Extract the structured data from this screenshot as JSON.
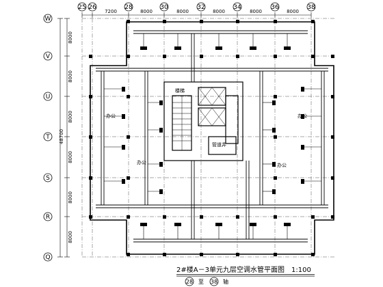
{
  "drawing": {
    "title": "2#楼A－3单元九层空调水管平面图",
    "scale": "1:100",
    "axis_range": {
      "from": "28",
      "to_word": "至",
      "to": "38",
      "suffix": "轴"
    },
    "top_axes": [
      "25",
      "26",
      "28",
      "30",
      "32",
      "34",
      "36",
      "38"
    ],
    "left_axes": [
      "W",
      "V",
      "U",
      "T",
      "S",
      "R",
      "Q"
    ],
    "top_dimensions": [
      "7200",
      "8000",
      "8000",
      "8000",
      "8000",
      "8000"
    ],
    "left_dimensions": [
      "8000",
      "8000",
      "8000",
      "8000",
      "8000",
      "8000"
    ],
    "overall_dimension": "48700",
    "room_labels": [
      "办公",
      "办公",
      "办公",
      "办公"
    ],
    "stair_label": "楼梯",
    "shaft_label": "管道井",
    "line_color": "#000000"
  }
}
